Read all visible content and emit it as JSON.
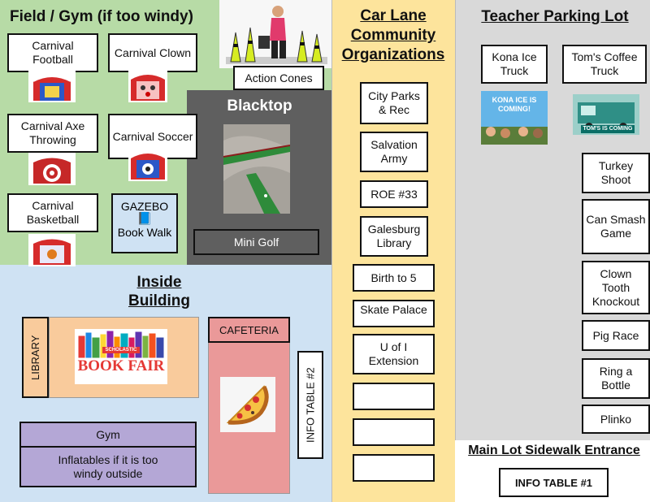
{
  "field": {
    "title": "Field / Gym (if too windy)",
    "items": [
      "Carnival Football",
      "Carnival Clown",
      "Carnival Axe Throwing",
      "Carnival Soccer",
      "Carnival Basketball"
    ],
    "gazebo_title": "GAZEBO",
    "gazebo_label": "Book Walk",
    "action_cones": "Action Cones"
  },
  "blacktop": {
    "title": "Blacktop",
    "mini_golf": "Mini Golf"
  },
  "inside": {
    "title": "Inside Building",
    "library": "LIBRARY",
    "book_fair_brand": "SCHOLASTIC",
    "book_fair": "BOOK FAIR",
    "cafeteria": "CAFETERIA",
    "info_table_2": "INFO TABLE #2",
    "gym_title": "Gym",
    "gym_note": "Inflatables if it is too windy outside"
  },
  "car_lane": {
    "title": "Car Lane Community Organizations",
    "orgs": [
      "City Parks & Rec",
      "Salvation Army",
      "ROE #33",
      "Galesburg Library",
      "Birth to 5",
      "Skate Palace",
      "U of I Extension",
      "",
      "",
      ""
    ]
  },
  "teacher_lot": {
    "title": "Teacher Parking Lot",
    "kona": "Kona Ice Truck",
    "kona_sign": "KONA ICE IS COMING!",
    "toms": "Tom's Coffee Truck",
    "toms_sign": "TOM'S IS COMING",
    "games": [
      "Turkey Shoot",
      "Can Smash Game",
      "Clown Tooth Knockout",
      "Pig Race",
      "Ring a Bottle",
      "Plinko"
    ]
  },
  "sidewalk": {
    "title": "Main Lot Sidewalk Entrance",
    "info_table_1": "INFO TABLE #1"
  },
  "colors": {
    "field": "#b7dba6",
    "blacktop": "#5f5f5f",
    "inside": "#cfe2f3",
    "car_lane": "#fde49c",
    "teacher_lot": "#d9d9d9",
    "library": "#f9cb9c",
    "cafeteria": "#ea9999",
    "gym": "#b4a7d6"
  }
}
